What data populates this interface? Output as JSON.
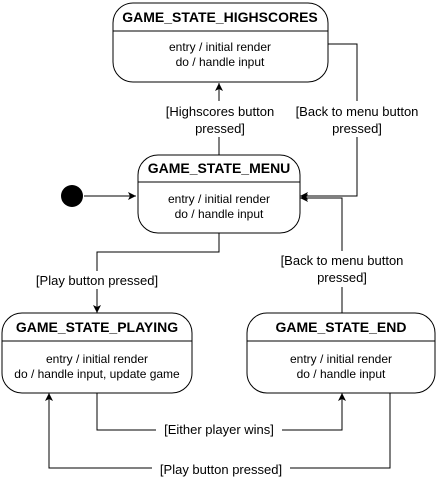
{
  "states": {
    "highscores": {
      "name": "GAME_STATE_HIGHSCORES",
      "entry": "entry / initial render",
      "do": "do / handle input"
    },
    "menu": {
      "name": "GAME_STATE_MENU",
      "entry": "entry / initial render",
      "do": "do / handle input"
    },
    "playing": {
      "name": "GAME_STATE_PLAYING",
      "entry": "entry / initial render",
      "do": "do / handle input, update game"
    },
    "end": {
      "name": "GAME_STATE_END",
      "entry": "entry / initial render",
      "do": "do / handle input"
    }
  },
  "transitions": {
    "to_highscores": {
      "line1": "[Highscores button",
      "line2": "pressed]"
    },
    "hs_back_to_menu": {
      "line1": "[Back to menu button",
      "line2": "pressed]"
    },
    "end_back_to_menu": {
      "line1": "[Back to menu button",
      "line2": "pressed]"
    },
    "to_playing": {
      "line1": "[Play button pressed]"
    },
    "player_wins": {
      "line1": "[Either player wins]"
    },
    "play_again": {
      "line1": "[Play button pressed]"
    }
  }
}
